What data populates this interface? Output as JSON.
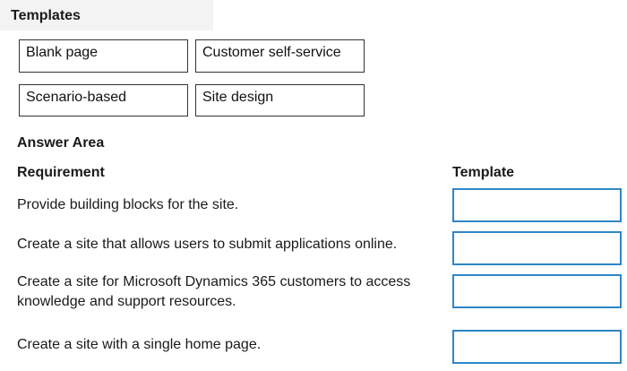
{
  "templates_heading": "Templates",
  "templates": [
    {
      "label": "Blank page"
    },
    {
      "label": "Customer self-service"
    },
    {
      "label": "Scenario-based"
    },
    {
      "label": "Site design"
    }
  ],
  "answer_area_heading": "Answer Area",
  "columns": {
    "requirement": "Requirement",
    "template": "Template"
  },
  "requirements": [
    {
      "text": "Provide building blocks for the site."
    },
    {
      "text": "Create a site that allows users to submit applications online."
    },
    {
      "text": "Create a site for Microsoft Dynamics 365 customers to access knowledge and support resources."
    },
    {
      "text": "Create a site with a single home page."
    }
  ],
  "colors": {
    "target_border": "#2f86c6",
    "template_border": "#333333"
  }
}
